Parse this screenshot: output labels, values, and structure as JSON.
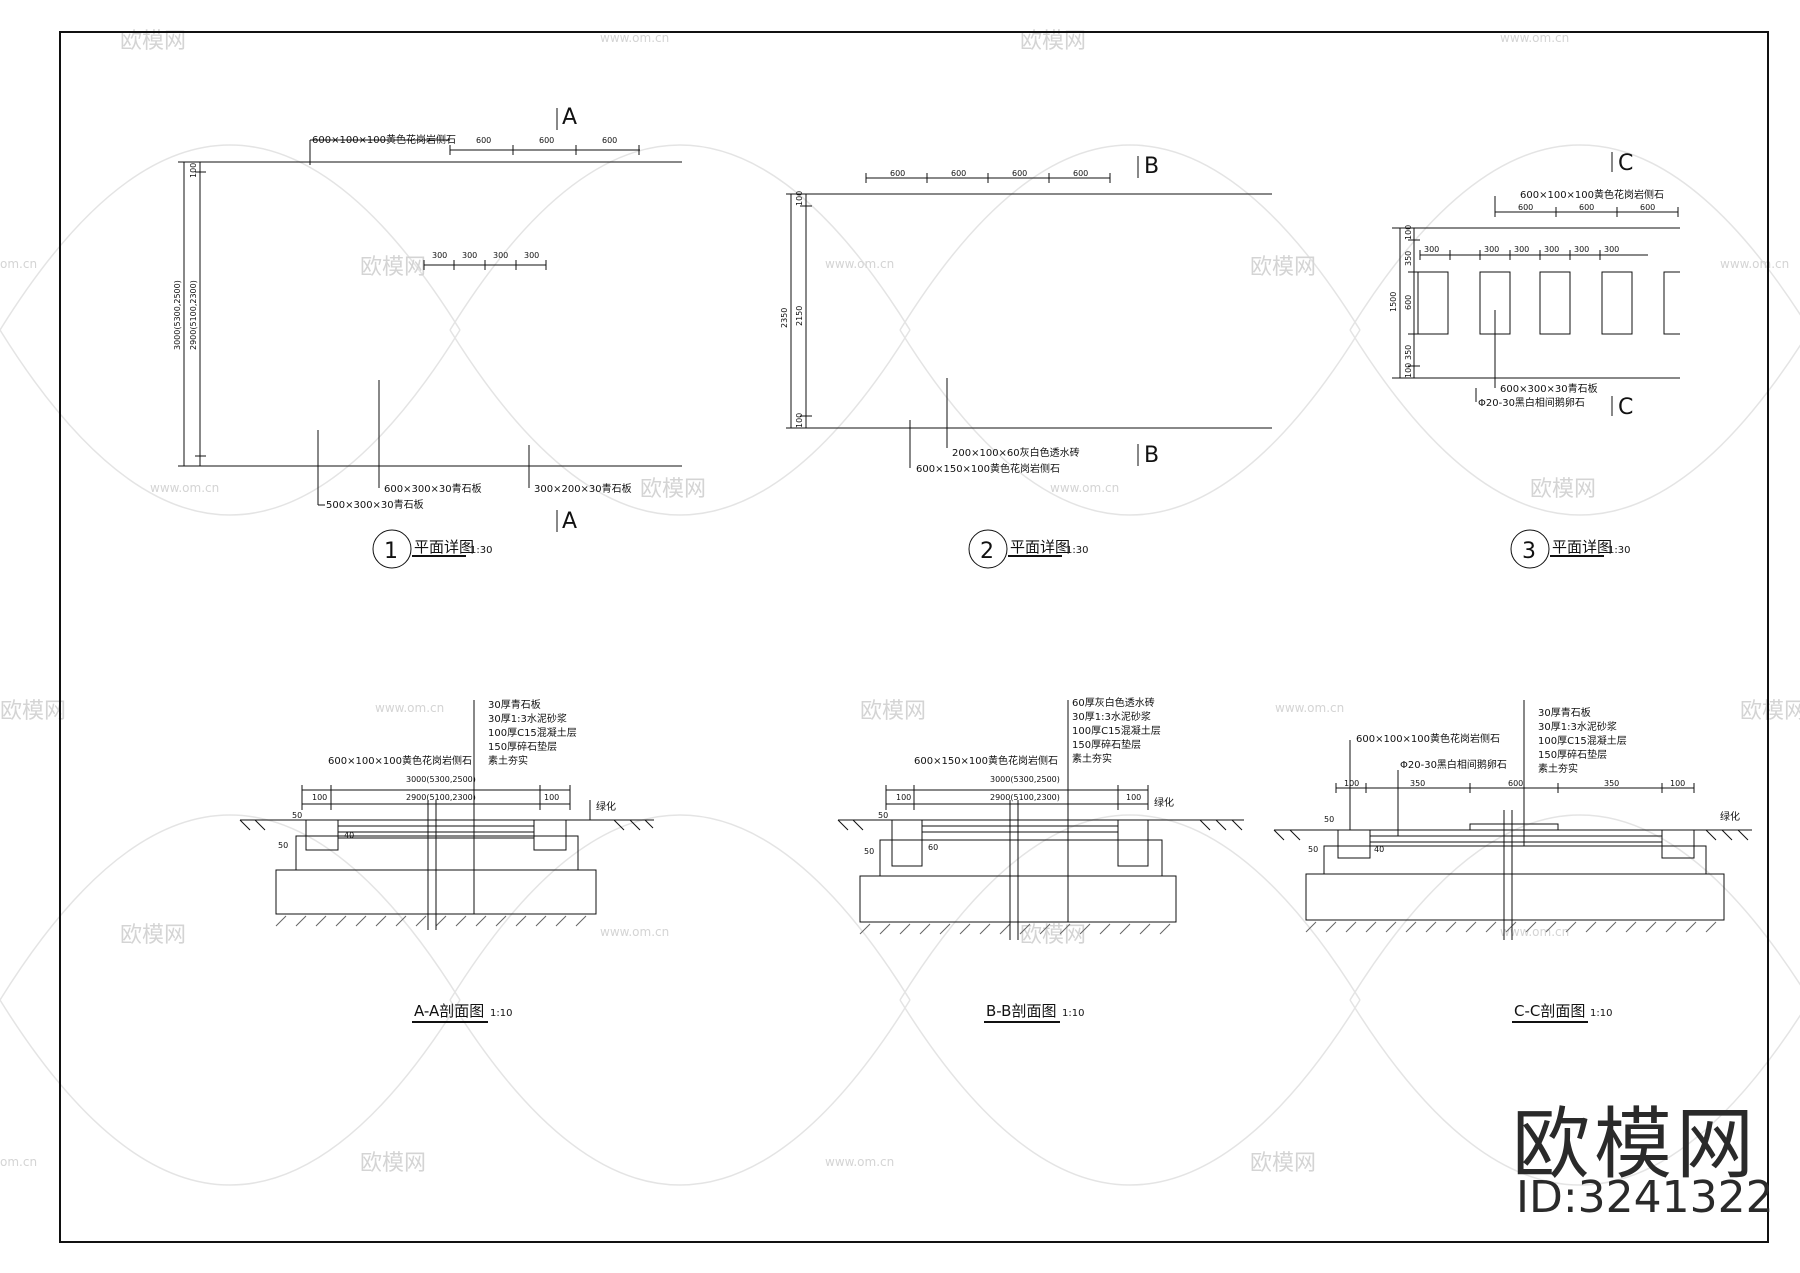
{
  "watermark": {
    "brand": "欧模网",
    "site": "www.om.cn",
    "site_short": "om.cn",
    "id_text": "ID:3241322"
  },
  "plans": [
    {
      "num": "1",
      "title": "平面详图",
      "scale": "1:30",
      "section": "A",
      "top_label": "600×100×100黄色花岗岩侧石",
      "dims_top": [
        "600",
        "600",
        "600"
      ],
      "dims_mid": [
        "300",
        "300",
        "300",
        "300"
      ],
      "left_dim_outer": "3000(5300,2500)",
      "left_dim_inner": "2900(5100,2300)",
      "left_dim_small": "100",
      "callouts": [
        "600×300×30青石板",
        "300×200×30青石板",
        "500×300×30青石板"
      ]
    },
    {
      "num": "2",
      "title": "平面详图",
      "scale": "1:30",
      "section": "B",
      "dims_top": [
        "600",
        "600",
        "600",
        "600"
      ],
      "left_dim_outer": "2350",
      "left_dim_inner": "2150",
      "left_dim_small": "100",
      "callouts": [
        "200×100×60灰白色透水砖",
        "600×150×100黄色花岗岩侧石"
      ]
    },
    {
      "num": "3",
      "title": "平面详图",
      "scale": "1:30",
      "section": "C",
      "top_label": "600×100×100黄色花岗岩侧石",
      "dims_top": [
        "600",
        "600",
        "600"
      ],
      "dims_row": [
        "300",
        "300",
        "300",
        "300",
        "300",
        "300"
      ],
      "left_dims": [
        "100",
        "350",
        "600",
        "350",
        "100"
      ],
      "left_total": "1500",
      "callouts": [
        "600×300×30青石板",
        "Φ20-30黑白相间鹅卵石"
      ]
    }
  ],
  "sections": [
    {
      "title": "A-A剖面图",
      "scale": "1:10",
      "layers": [
        "30厚青石板",
        "30厚1:3水泥砂浆",
        "100厚C15混凝土层",
        "150厚碎石垫层",
        "素土夯实"
      ],
      "curb": "600×100×100黄色花岗岩侧石",
      "dim_outer": "3000(5300,2500)",
      "dim_inner": "2900(5100,2300)",
      "dim_end": "100",
      "dims_side": [
        "50",
        "50",
        "40"
      ],
      "green": "绿化"
    },
    {
      "title": "B-B剖面图",
      "scale": "1:10",
      "layers": [
        "60厚灰白色透水砖",
        "30厚1:3水泥砂浆",
        "100厚C15混凝土层",
        "150厚碎石垫层",
        "素土夯实"
      ],
      "curb": "600×150×100黄色花岗岩侧石",
      "dim_outer": "3000(5300,2500)",
      "dim_inner": "2900(5100,2300)",
      "dim_end": "100",
      "dims_side": [
        "50",
        "50",
        "60"
      ],
      "green": "绿化"
    },
    {
      "title": "C-C剖面图",
      "scale": "1:10",
      "layers": [
        "30厚青石板",
        "30厚1:3水泥砂浆",
        "100厚C15混凝土层",
        "150厚碎石垫层",
        "素土夯实"
      ],
      "curb": "600×100×100黄色花岗岩侧石",
      "pebble": "Φ20-30黑白相间鹅卵石",
      "dims": [
        "100",
        "350",
        "600",
        "350",
        "100"
      ],
      "dims_side": [
        "50",
        "50",
        "40"
      ],
      "green": "绿化"
    }
  ]
}
